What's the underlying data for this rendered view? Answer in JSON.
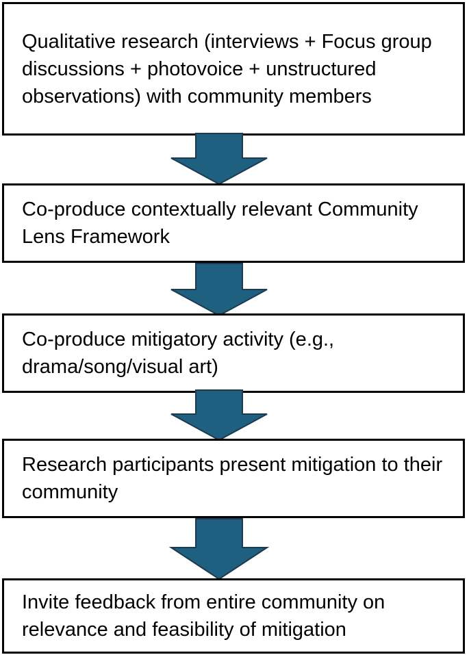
{
  "steps": [
    {
      "text": "Qualitative research (interviews + Focus group discussions + photovoice + unstructured observations) with community members"
    },
    {
      "text": "Co-produce contextually relevant Community Lens Framework"
    },
    {
      "text": "Co-produce mitigatory activity (e.g., drama/song/visual art)"
    },
    {
      "text": "Research participants present mitigation to their community"
    },
    {
      "text": "Invite feedback from entire community on relevance and feasibility of mitigation"
    }
  ],
  "colors": {
    "arrow_fill": "#1f5f80",
    "arrow_stroke": "#1d3b4f",
    "box_border": "#000000",
    "text": "#000000"
  },
  "icons": {
    "flow_arrow": "down-arrow-icon"
  }
}
